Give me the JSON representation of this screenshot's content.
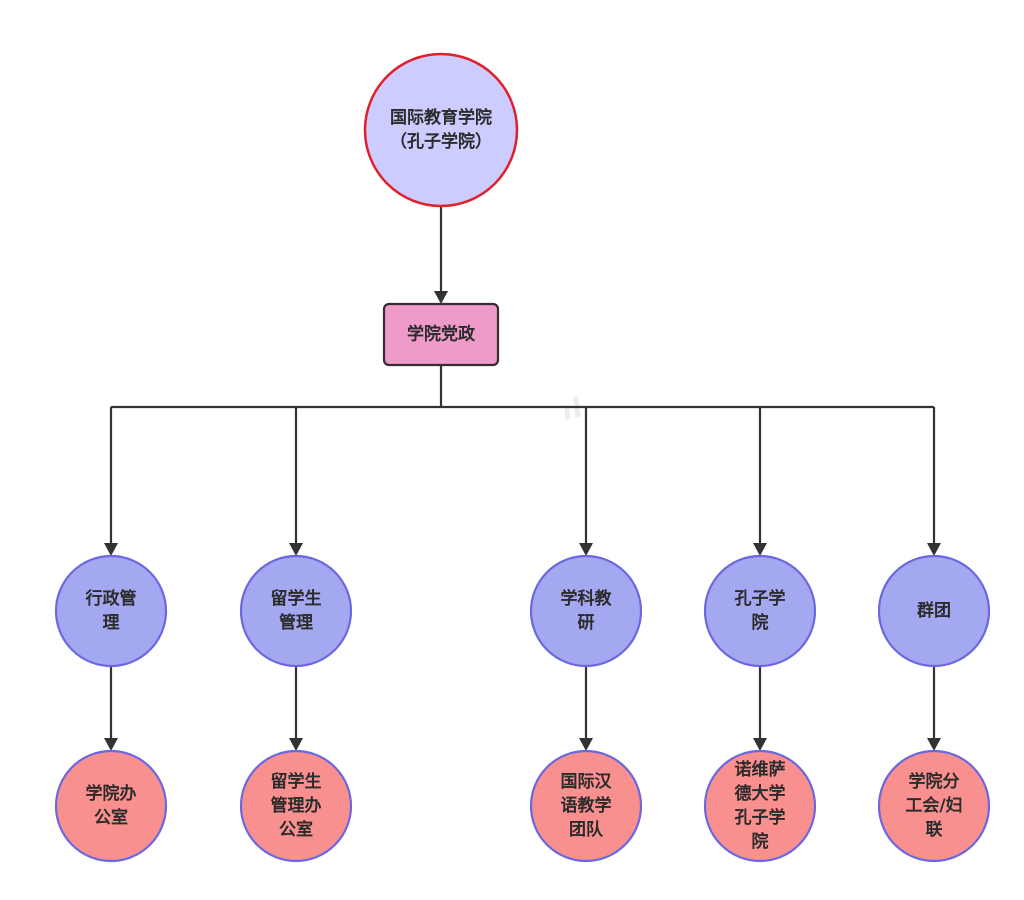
{
  "diagram": {
    "type": "org-chart",
    "colors": {
      "root_fill": "#CCCCFF",
      "root_border": "#E0202A",
      "hub_fill": "#F09AC9",
      "hub_border": "#3A2A33",
      "level2_fill": "#A4A8F0",
      "level2_border": "#6B67E0",
      "level3_fill": "#F99090",
      "level3_border": "#6B67E0",
      "edge": "#333333"
    },
    "root": {
      "id": "root",
      "shape": "circle",
      "lines": [
        "国际教育学院",
        "（孔子学院）"
      ]
    },
    "hub": {
      "id": "hub",
      "shape": "rounded-rect",
      "lines": [
        "学院党政"
      ],
      "parent": "root"
    },
    "departments": [
      {
        "id": "d1",
        "lines": [
          "行政管",
          "理"
        ],
        "parent": "hub",
        "child": {
          "id": "c1",
          "lines": [
            "学院办",
            "公室"
          ]
        }
      },
      {
        "id": "d2",
        "lines": [
          "留学生",
          "管理"
        ],
        "parent": "hub",
        "child": {
          "id": "c2",
          "lines": [
            "留学生",
            "管理办",
            "公室"
          ]
        }
      },
      {
        "id": "d3",
        "lines": [
          "学科教",
          "研"
        ],
        "parent": "hub",
        "child": {
          "id": "c3",
          "lines": [
            "国际汉",
            "语教学",
            "团队"
          ]
        }
      },
      {
        "id": "d4",
        "lines": [
          "孔子学",
          "院"
        ],
        "parent": "hub",
        "child": {
          "id": "c4",
          "lines": [
            "诺维萨",
            "德大学",
            "孔子学",
            "院"
          ]
        }
      },
      {
        "id": "d5",
        "lines": [
          "群团"
        ],
        "parent": "hub",
        "child": {
          "id": "c5",
          "lines": [
            "学院分",
            "工会/妇",
            "联"
          ]
        }
      }
    ]
  }
}
